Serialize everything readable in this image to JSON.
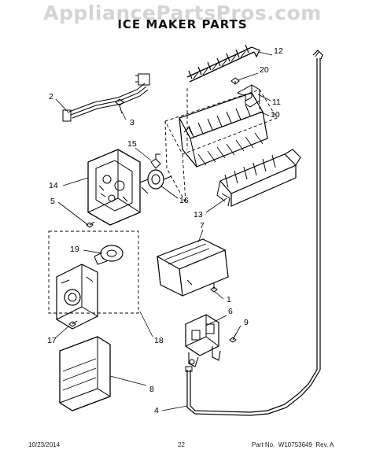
{
  "watermark": "AppliancePartsPros.com",
  "title": "ICE MAKER PARTS",
  "callouts": {
    "c1": "1",
    "c2": "2",
    "c3": "3",
    "c4": "4",
    "c5": "5",
    "c6": "6",
    "c7": "7",
    "c8": "8",
    "c9": "9",
    "c10": "10",
    "c11": "11",
    "c12": "12",
    "c13": "13",
    "c14": "14",
    "c15": "15",
    "c16": "16",
    "c17": "17",
    "c18": "18",
    "c19": "19",
    "c20": "20"
  },
  "footer": {
    "date": "10/23/2014",
    "page": "22",
    "part_no": "Part No.  W10753649  Rev. A"
  }
}
